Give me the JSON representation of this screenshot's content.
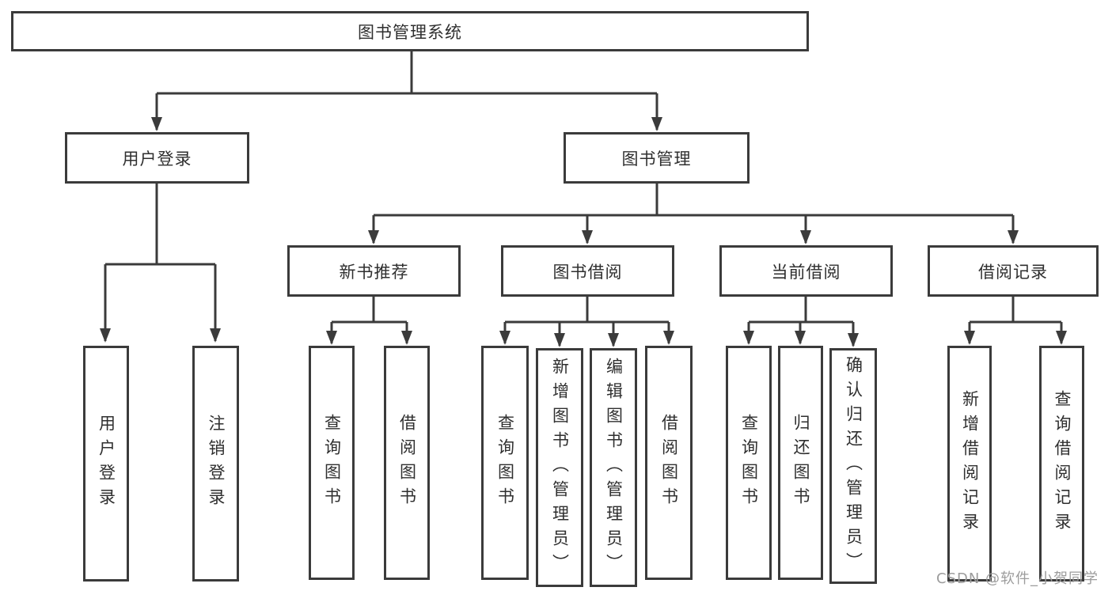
{
  "nodes": {
    "root": "图书管理系统",
    "user_login": "用户登录",
    "book_mgmt": "图书管理",
    "user_login_leaf": "用户登录",
    "logout_leaf": "注销登录",
    "new_book_rec": "新书推荐",
    "book_borrow": "图书借阅",
    "current_borrow": "当前借阅",
    "borrow_record": "借阅记录",
    "nbr_query_books": "查询图书",
    "nbr_borrow_books": "借阅图书",
    "bb_query_books": "查询图书",
    "bb_add_books_admin": "新增图书（管理员）",
    "bb_edit_books_admin": "编辑图书（管理员）",
    "bb_borrow_books": "借阅图书",
    "cb_query_books": "查询图书",
    "cb_return_books": "归还图书",
    "cb_confirm_return_admin": "确认归还（管理员）",
    "br_add_record": "新增借阅记录",
    "br_query_record": "查询借阅记录"
  },
  "watermark": "CSDN @软件_小贺同学",
  "colors": {
    "line": "#3b3b3b",
    "box_border": "#3b3b3b",
    "text": "#2f2f2f",
    "background": "#ffffff",
    "watermark": "#9c9c9c"
  }
}
